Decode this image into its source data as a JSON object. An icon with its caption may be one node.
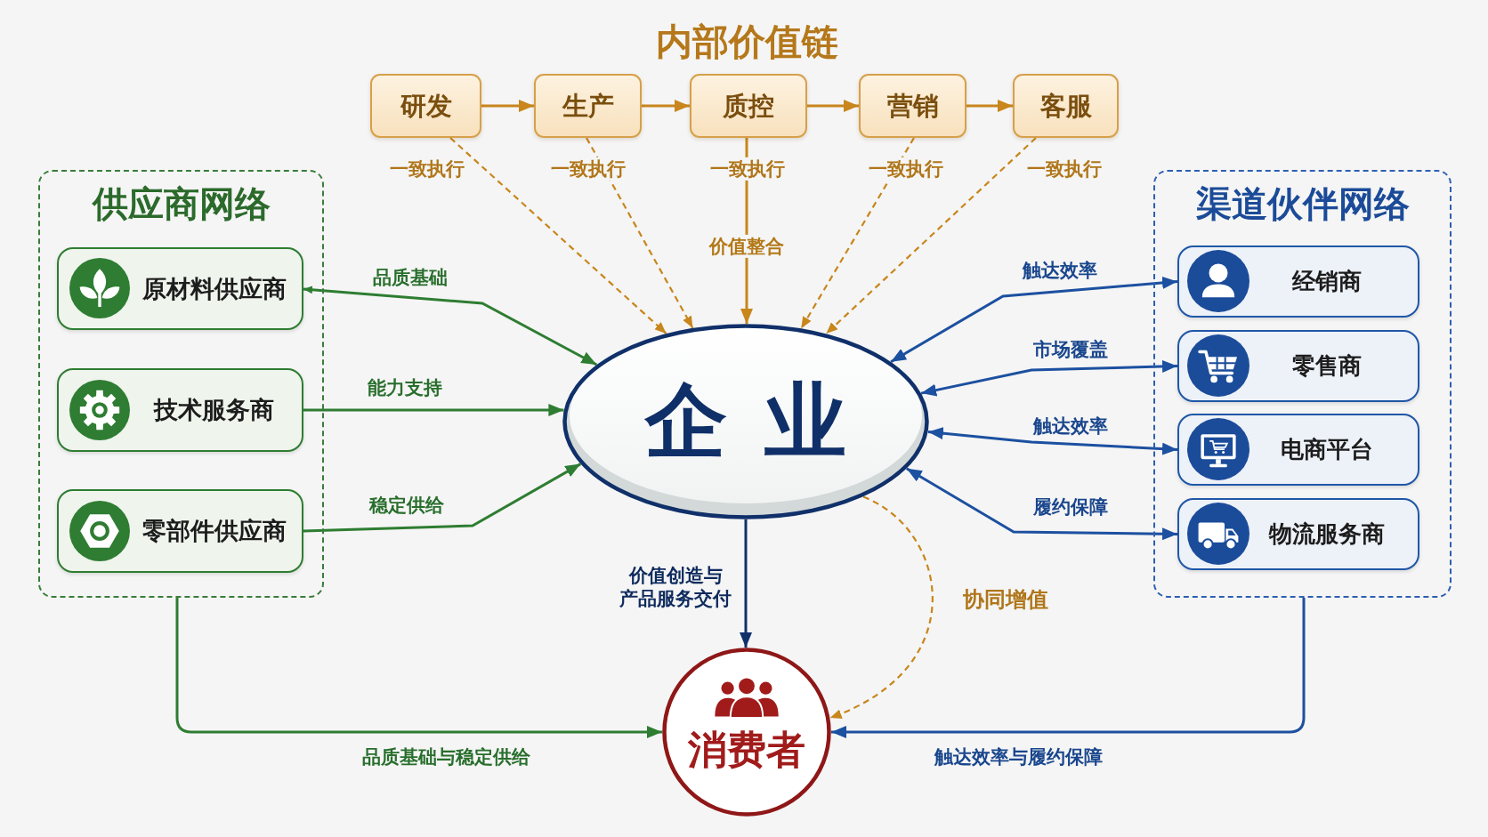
{
  "diagram": {
    "nodes": [
      {
        "text": [
          "研发"
        ]
      },
      {
        "text": [
          "生产"
        ]
      },
      {
        "text": [
          "质控"
        ]
      },
      {
        "text": [
          "营销"
        ]
      },
      {
        "text": [
          "客服"
        ]
      },
      {
        "text": [
          "供应商网络"
        ]
      },
      {
        "text": [
          "原材料供应商"
        ],
        "in": 5
      },
      {
        "text": [
          "技术服务商"
        ],
        "in": 5
      },
      {
        "text": [
          "零部件供应商"
        ],
        "in": 5
      },
      {
        "text": [
          "企业"
        ]
      },
      {
        "text": [
          "渠道伙伴网络"
        ]
      },
      {
        "text": [
          "经销商"
        ],
        "in": 10
      },
      {
        "text": [
          "零售商"
        ],
        "in": 10
      },
      {
        "text": [
          "电商平台"
        ],
        "in": 10
      },
      {
        "text": [
          "物流服务商"
        ],
        "in": 10
      },
      {
        "text": [
          "消费者"
        ]
      }
    ],
    "edges": [
      {
        "from": 0,
        "to": 1,
        "arrow": "to"
      },
      {
        "from": 1,
        "to": 2,
        "arrow": "to"
      },
      {
        "from": 2,
        "to": 3,
        "arrow": "to"
      },
      {
        "from": 3,
        "to": 4,
        "arrow": "to"
      },
      {
        "from": 0,
        "to": 9,
        "arrow": "to",
        "label": "一致执行",
        "style": "dashed"
      },
      {
        "from": 1,
        "to": 9,
        "arrow": "to",
        "label": "一致执行",
        "style": "dashed"
      },
      {
        "from": 2,
        "to": 9,
        "arrow": "to",
        "label": "一致执行"
      },
      {
        "from": 3,
        "to": 9,
        "arrow": "to",
        "label": "一致执行",
        "style": "dashed"
      },
      {
        "from": 4,
        "to": 9,
        "arrow": "to",
        "label": "一致执行",
        "style": "dashed"
      },
      {
        "from": 6,
        "to": 9,
        "arrow": "both",
        "label": "品质基础",
        "color": "#2e7d32"
      },
      {
        "from": 7,
        "to": 9,
        "arrow": "to",
        "label": "能力支持",
        "color": "#2e7d32"
      },
      {
        "from": 8,
        "to": 9,
        "arrow": "to",
        "label": "稳定供给",
        "color": "#2e7d32"
      },
      {
        "from": 9,
        "to": 11,
        "arrow": "both",
        "label": "触达效率",
        "color": "#1c50a0"
      },
      {
        "from": 9,
        "to": 12,
        "arrow": "both",
        "label": "市场覆盖",
        "color": "#1c50a0"
      },
      {
        "from": 9,
        "to": 13,
        "arrow": "both",
        "label": "触达效率",
        "color": "#1c50a0"
      },
      {
        "from": 9,
        "to": 14,
        "arrow": "both",
        "label": "履约保障",
        "color": "#1c50a0"
      },
      {
        "from": 9,
        "to": 15,
        "arrow": "to",
        "label": "价值创造与产品服务交付",
        "color": "#10306a"
      },
      {
        "from": 9,
        "to": 15,
        "arrow": "to",
        "label": "协同增值",
        "style": "dashed"
      },
      {
        "from": 5,
        "to": 15,
        "arrow": "to",
        "label": "品质基础与稳定供给",
        "color": "#2e7d32"
      },
      {
        "from": 10,
        "to": 15,
        "arrow": "to",
        "label": "触达效率与履约保障",
        "color": "#1c50a0"
      }
    ],
    "labels": [
      "内部价值链",
      "价值整合"
    ]
  }
}
